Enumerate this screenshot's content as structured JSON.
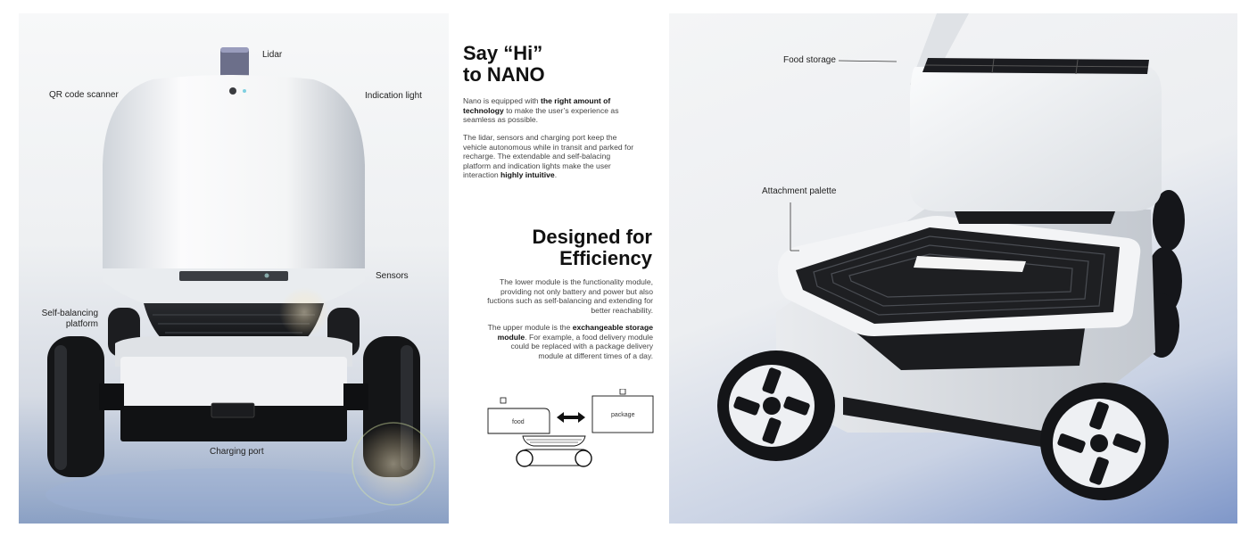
{
  "left_panel": {
    "callouts": {
      "lidar": "Lidar",
      "qr": "QR code scanner",
      "indication": "Indication light",
      "sensors": "Sensors",
      "self_balancing_1": "Self-balancing",
      "self_balancing_2": "platform",
      "charging": "Charging port"
    }
  },
  "section1": {
    "title_line1": "Say “Hi”",
    "title_line2": "to NANO",
    "p1": {
      "pre": "Nano is equipped with ",
      "bold": "the right amount of technology",
      "post": " to make the user’s experience as seamless as possible."
    },
    "p2": {
      "pre": "The lidar, sensors and charging port keep the vehicle autonomous while in transit and parked for recharge. The extendable and self-balacing platform and indication lights make the user interaction ",
      "bold": "highly intuitive",
      "post": "."
    }
  },
  "section2": {
    "title_line1": "Designed for",
    "title_line2": "Efficiency",
    "p1": "The lower module is the functionality module, providing not only battery and power but also fuctions such as self-balancing and extending for better reachability.",
    "p2": {
      "pre": "The upper module is the ",
      "bold": "exchangeable storage module",
      "post": ". For example, a food delivery module could be replaced with a package delivery module at different times of a day."
    }
  },
  "diagram": {
    "food_label": "food",
    "package_label": "package"
  },
  "right_panel": {
    "callouts": {
      "food_storage": "Food storage",
      "attachment": "Attachment palette"
    }
  }
}
